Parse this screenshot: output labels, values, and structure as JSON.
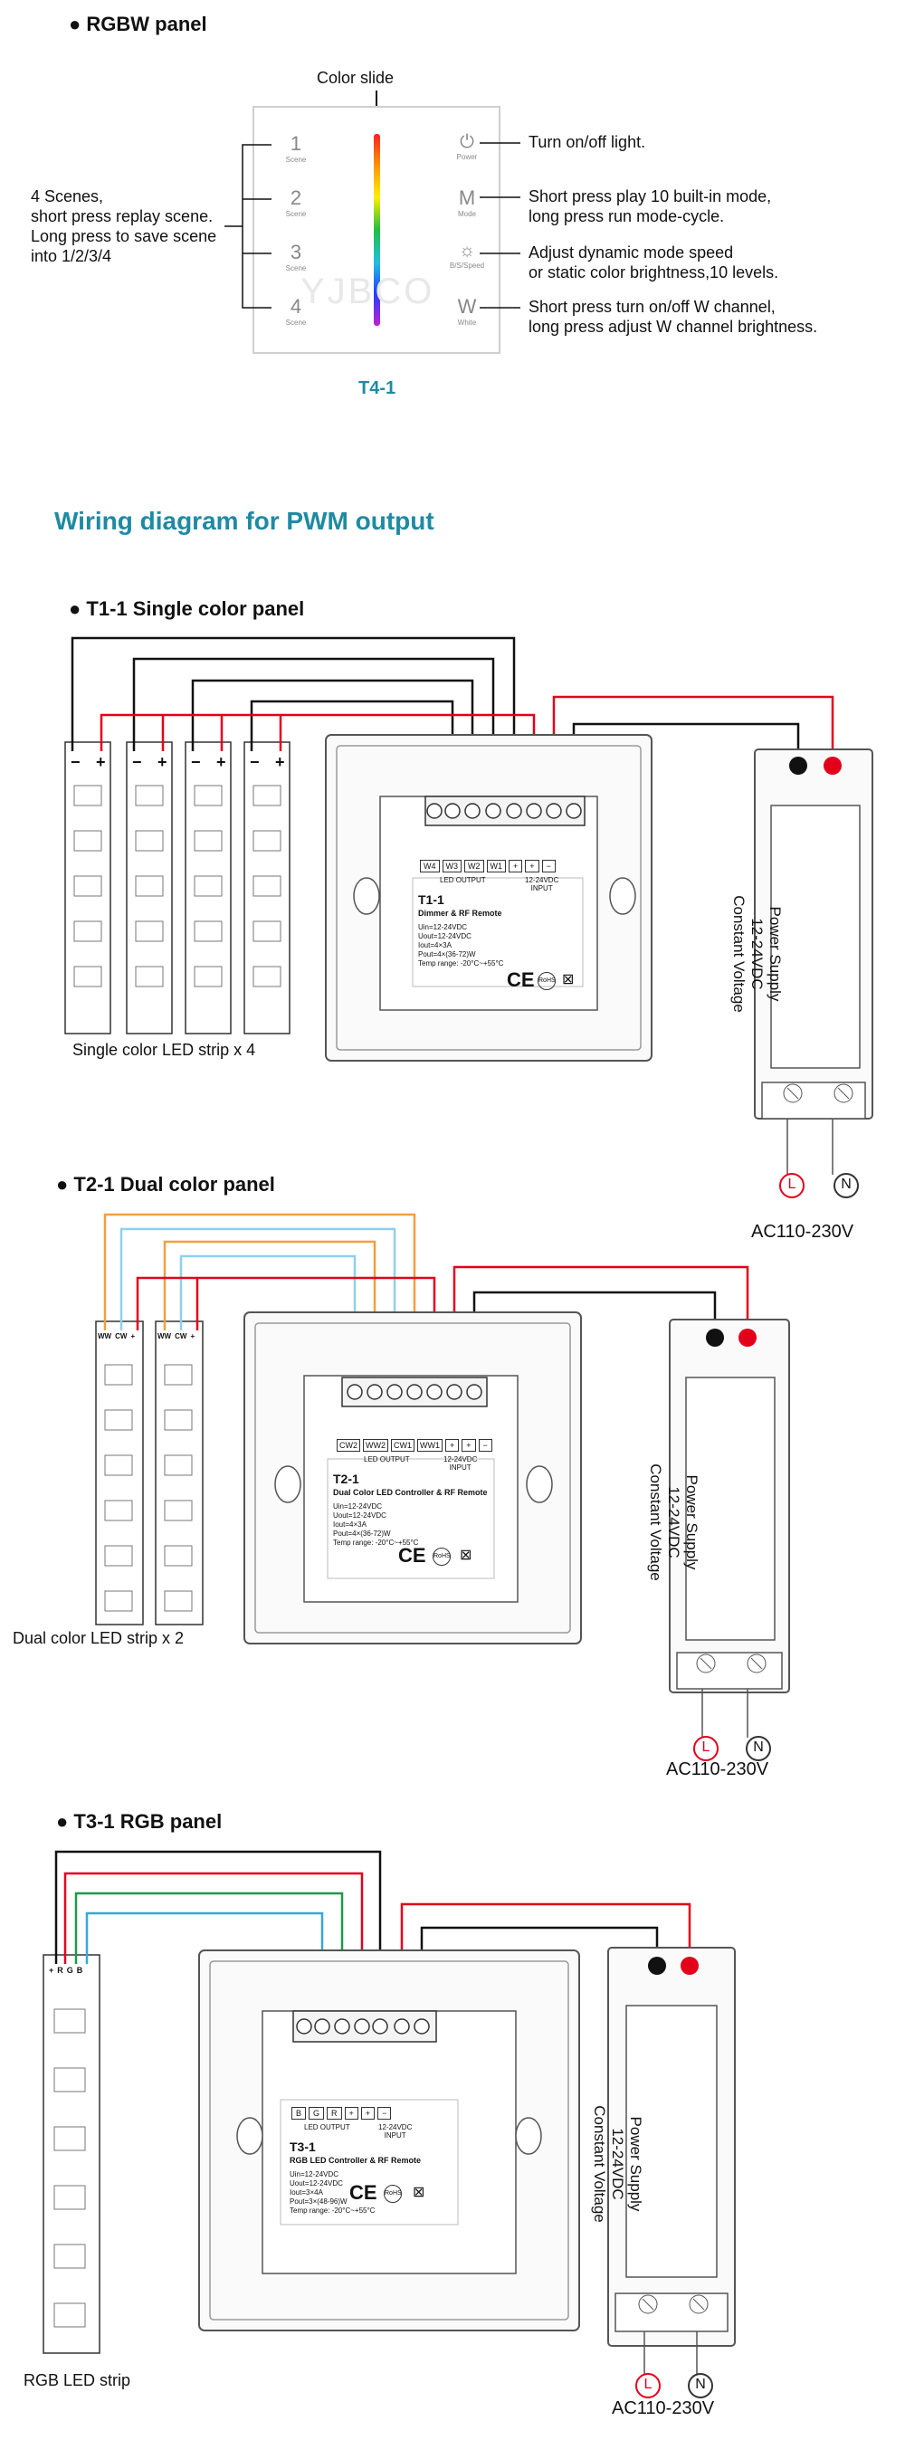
{
  "rgbw": {
    "section_title": "RGBW panel",
    "color_slide_label": "Color slide",
    "panel_model": "T4-1",
    "watermark": "YJBCO",
    "keys_left": [
      {
        "num": "1",
        "sub": "Scene"
      },
      {
        "num": "2",
        "sub": "Scene"
      },
      {
        "num": "3",
        "sub": "Scene"
      },
      {
        "num": "4",
        "sub": "Scene"
      }
    ],
    "keys_right": [
      {
        "sym": "⏻",
        "sub": "Power"
      },
      {
        "sym": "M",
        "sub": "Mode"
      },
      {
        "sym": "☼",
        "sub": "B/S/Speed"
      },
      {
        "sym": "W",
        "sub": "White"
      }
    ],
    "scene_note": [
      "4 Scenes,",
      "short press replay scene.",
      "Long press to save scene",
      "into 1/2/3/4"
    ],
    "power_note": "Turn on/off light.",
    "mode_note": [
      "Short press play 10 built-in mode,",
      "long press run mode-cycle."
    ],
    "speed_note": [
      "Adjust dynamic mode speed",
      "or static color brightness,10 levels."
    ],
    "white_note": [
      "Short press turn on/off W channel,",
      "long press adjust W channel brightness."
    ]
  },
  "wiring_title": "Wiring diagram for PWM output",
  "common": {
    "psu_lines": [
      "Power Supply",
      "12-24VDC",
      "Constant Voltage"
    ],
    "ac_label": "AC110-230V",
    "L": "L",
    "N": "N",
    "strip_plus": "+",
    "strip_minus": "−",
    "ce": "CE",
    "rohs": "RoHS"
  },
  "t1": {
    "section_title": "T1-1  Single color panel",
    "strip_caption": "Single color LED strip x 4",
    "terminal_labels": [
      "W4",
      "W3",
      "W2",
      "W1",
      "+",
      "+",
      "−"
    ],
    "output_label": "LED OUTPUT",
    "input_label": [
      "12-24VDC",
      "INPUT"
    ],
    "model": "T1-1",
    "product": "Dimmer & RF Remote",
    "specs": [
      "Uin=12-24VDC",
      "Uout=12-24VDC",
      "Iout=4×3A",
      "Pout=4×(36-72)W",
      "Temp range: -20°C~+55°C"
    ],
    "strip_terminals": [
      "−",
      "+"
    ]
  },
  "t2": {
    "section_title": "T2-1  Dual color panel",
    "strip_caption": "Dual color LED strip x 2",
    "terminal_labels": [
      "CW2",
      "WW2",
      "CW1",
      "WW1",
      "+",
      "+",
      "−"
    ],
    "output_label": "LED OUTPUT",
    "input_label": [
      "12-24VDC",
      "INPUT"
    ],
    "model": "T2-1",
    "product": "Dual Color LED Controller & RF Remote",
    "specs": [
      "Uin=12-24VDC",
      "Uout=12-24VDC",
      "Iout=4×3A",
      "Pout=4×(36-72)W",
      "Temp range: -20°C~+55°C"
    ],
    "strip_terminals": [
      "WW",
      "CW",
      "+"
    ]
  },
  "t3": {
    "section_title": "T3-1  RGB panel",
    "strip_caption": "RGB LED strip",
    "terminal_labels": [
      "B",
      "G",
      "R",
      "+",
      "+",
      "−"
    ],
    "output_label": "LED OUTPUT",
    "input_label": [
      "12-24VDC",
      "INPUT"
    ],
    "model": "T3-1",
    "product": "RGB LED Controller & RF Remote",
    "specs": [
      "Uin=12-24VDC",
      "Uout=12-24VDC",
      "Iout=3×4A",
      "Pout=3×(48-96)W",
      "Temp range: -20°C~+55°C"
    ],
    "strip_terminals": [
      "+",
      "R",
      "G",
      "B"
    ]
  },
  "colors": {
    "wire_red": "#e3001b",
    "wire_black": "#111111",
    "wire_green": "#1c9a4a",
    "wire_blue": "#3aa6d8",
    "wire_orange": "#f0a040",
    "wire_lightblue": "#8fd0ee",
    "accent": "#1f8aa3"
  }
}
